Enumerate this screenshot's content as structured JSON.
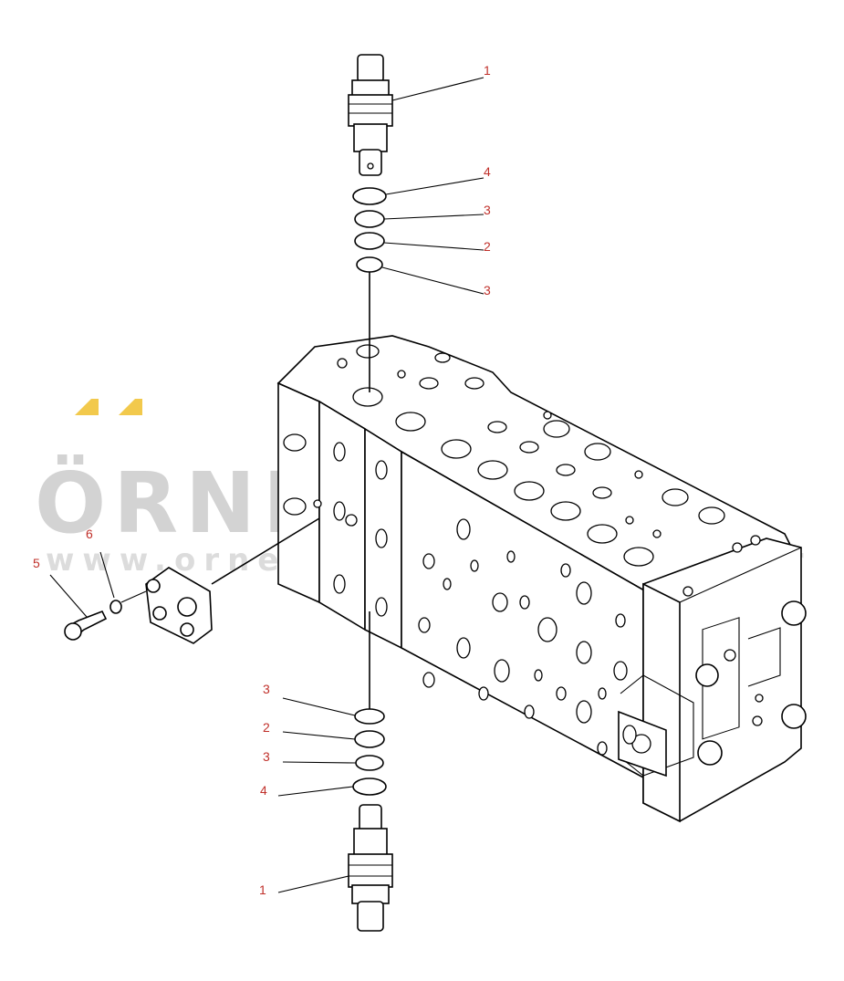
{
  "watermark": {
    "brand": "ÖRNEK",
    "url": "www.ornekismakinalari.com.tr",
    "accent_color": "#f2c94c"
  },
  "callouts": [
    {
      "id": "c-top-1",
      "label": "1"
    },
    {
      "id": "c-top-4",
      "label": "4"
    },
    {
      "id": "c-top-3a",
      "label": "3"
    },
    {
      "id": "c-top-2",
      "label": "2"
    },
    {
      "id": "c-top-3b",
      "label": "3"
    },
    {
      "id": "c-side-6",
      "label": "6"
    },
    {
      "id": "c-side-5",
      "label": "5"
    },
    {
      "id": "c-bot-3a",
      "label": "3"
    },
    {
      "id": "c-bot-2",
      "label": "2"
    },
    {
      "id": "c-bot-3b",
      "label": "3"
    },
    {
      "id": "c-bot-4",
      "label": "4"
    },
    {
      "id": "c-bot-1",
      "label": "1"
    }
  ]
}
